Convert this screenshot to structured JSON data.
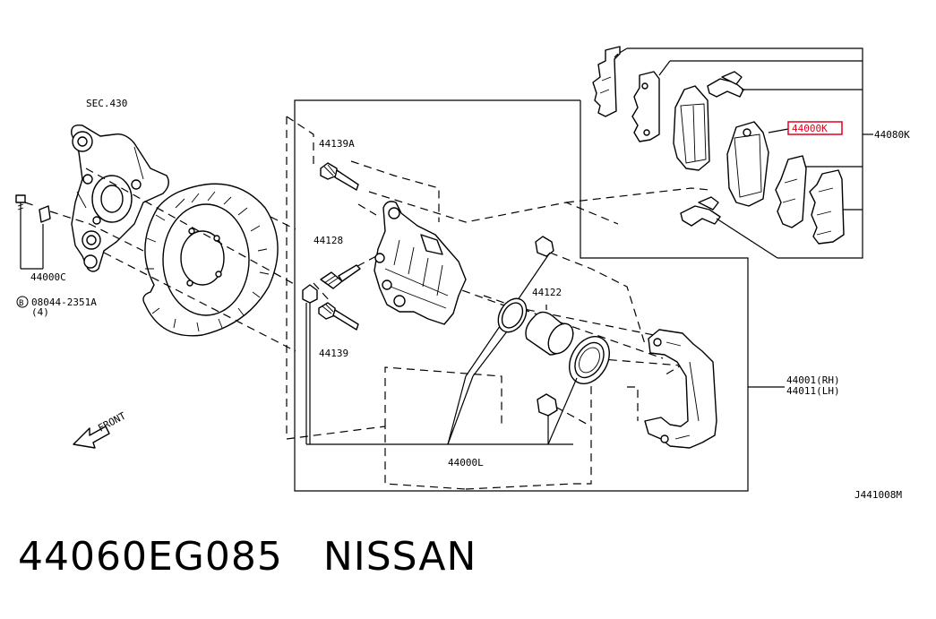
{
  "labels": {
    "sec430": "SEC.430",
    "p44139a": "44139A",
    "p44128": "44128",
    "p44139": "44139",
    "p44000c": "44000C",
    "bolt": "08044-2351A",
    "bolt_qty": "(4)",
    "p44122": "44122",
    "p44000l": "44000L",
    "p44001": "44001(RH)",
    "p44011": "44011(LH)",
    "p44000k": "44000K",
    "p44080k": "44080K",
    "front": "FRONT",
    "code": "J441008M",
    "bolt_prefix": "B"
  },
  "highlight_color": "#e0001b",
  "caption": {
    "part_number": "44060EG085",
    "brand": "NISSAN"
  }
}
